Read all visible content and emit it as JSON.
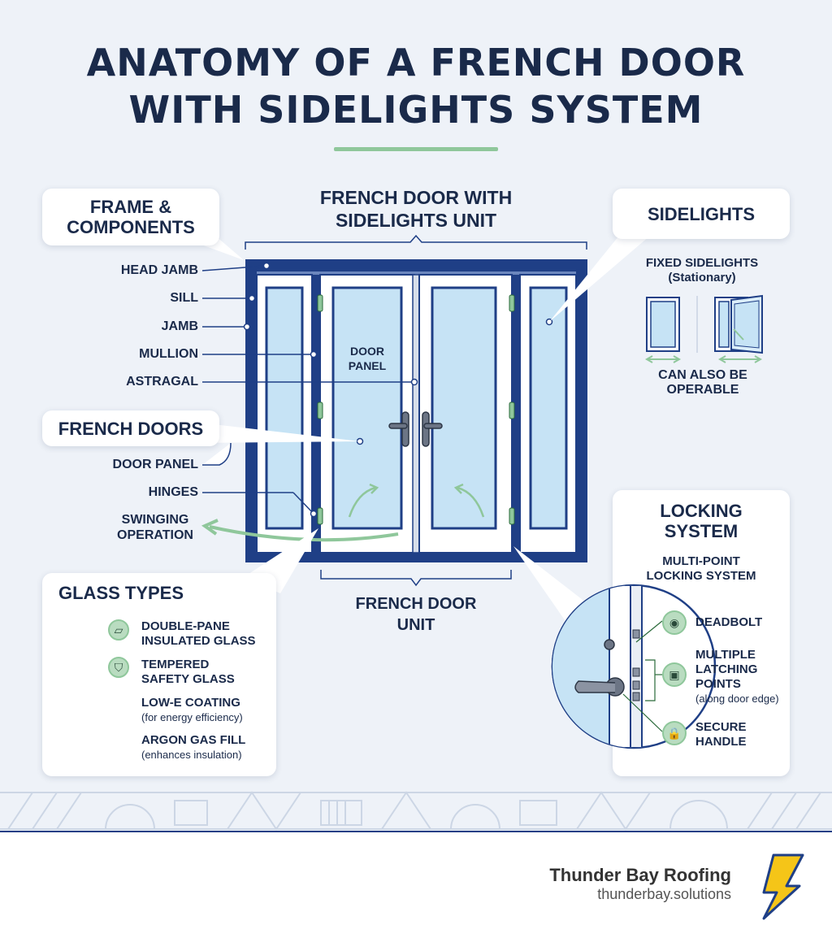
{
  "title": {
    "line1": "ANATOMY OF A FRENCH DOOR",
    "line2": "WITH SIDELIGHTS SYSTEM"
  },
  "unit_labels": {
    "top_line1": "FRENCH DOOR WITH",
    "top_line2": "SIDELIGHTS UNIT",
    "bottom_line1": "FRENCH DOOR",
    "bottom_line2": "UNIT",
    "door_panel_line1": "DOOR",
    "door_panel_line2": "PANEL"
  },
  "frame_card": {
    "line1": "FRAME &",
    "line2": "COMPONENTS"
  },
  "frame_labels": [
    "HEAD JAMB",
    "SILL",
    "JAMB",
    "MULLION",
    "ASTRAGAL"
  ],
  "french_doors_card": {
    "title": "FRENCH DOORS"
  },
  "french_labels": {
    "door_panel": "DOOR PANEL",
    "hinges": "HINGES",
    "swing_line1": "SWINGING",
    "swing_line2": "OPERATION"
  },
  "glass_card": {
    "title": "GLASS TYPES",
    "items": [
      {
        "line1": "DOUBLE-PANE",
        "line2": "INSULATED GLASS",
        "sub": "",
        "icon": "glass-pane-icon"
      },
      {
        "line1": "TEMPERED",
        "line2": "SAFETY GLASS",
        "sub": "",
        "icon": "shield-icon"
      },
      {
        "line1": "LOW-E COATING",
        "line2": "",
        "sub": "(for energy efficiency)",
        "icon": "dot-icon"
      },
      {
        "line1": "ARGON GAS FILL",
        "line2": "",
        "sub": "(enhances insulation)",
        "icon": "dot-icon"
      }
    ]
  },
  "sidelights_card": {
    "title": "SIDELIGHTS"
  },
  "sidelights_info": {
    "fixed_line1": "FIXED SIDELIGHTS",
    "fixed_line2": "(Stationary)",
    "operable_line1": "CAN ALSO BE",
    "operable_line2": "OPERABLE"
  },
  "locking_card": {
    "title_line1": "LOCKING",
    "title_line2": "SYSTEM",
    "sub_line1": "MULTI-POINT",
    "sub_line2": "LOCKING SYSTEM",
    "items": [
      {
        "lines": [
          "DEADBOLT"
        ],
        "sub": "",
        "icon": "deadbolt-icon"
      },
      {
        "lines": [
          "MULTIPLE",
          "LATCHING",
          "POINTS"
        ],
        "sub": "(along door edge)",
        "icon": "latch-icon"
      },
      {
        "lines": [
          "SECURE",
          "HANDLE"
        ],
        "sub": "",
        "icon": "lock-icon"
      }
    ]
  },
  "brand": {
    "name": "Thunder Bay Roofing",
    "url": "thunderbay.solutions",
    "logo": "lightning-bolt-icon"
  },
  "colors": {
    "navy": "#1f3f86",
    "glass": "#c6e3f5",
    "green": "#8fc79b",
    "text": "#1a2a4a"
  }
}
